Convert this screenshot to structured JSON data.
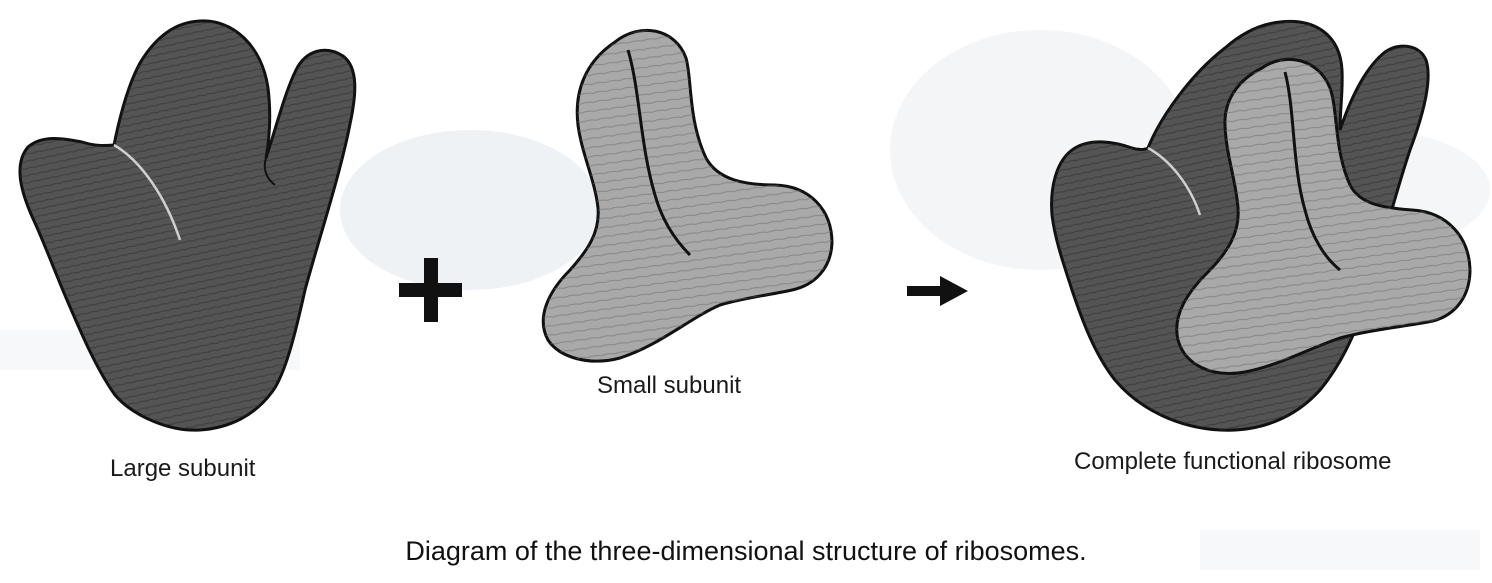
{
  "labels": {
    "large_subunit": "Large subunit",
    "small_subunit": "Small subunit",
    "complete_ribosome": "Complete functional ribosome"
  },
  "operators": {
    "plus": "+",
    "arrow": "→"
  },
  "caption": "Diagram of the three-dimensional structure of ribosomes.",
  "colors": {
    "large_subunit_fill": "#545454",
    "small_subunit_fill": "#a9a9a9",
    "outline": "#111111",
    "background": "#ffffff"
  }
}
